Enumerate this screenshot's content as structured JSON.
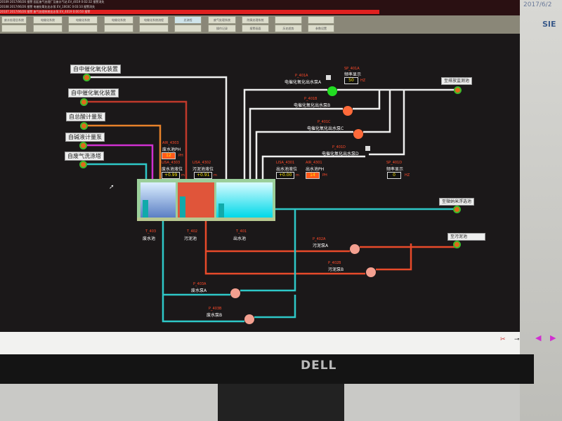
{
  "alarm_table": {
    "rows": [
      {
        "id": "20109",
        "date": "2017/06/26",
        "status": "报警",
        "desc": "园区废气处理厂及废水气站",
        "tag": "EV_4019",
        "time": "0:02:32",
        "state": "报警消失"
      },
      {
        "id": "20108",
        "date": "2017/06/26",
        "status": "报警",
        "desc": "电催化氧化出水泵",
        "tag": "EV_1003C",
        "time": "0:03:10",
        "state": "报警消失"
      },
      {
        "id": "20107",
        "date": "2017/06/26",
        "status": "报警",
        "desc": "废气处理系统出水泵",
        "tag": "EV_4019",
        "time": "0:00:50",
        "state": "报警"
      }
    ],
    "date_right": "2017/6/2",
    "brand": "SIE"
  },
  "nav_buttons": {
    "row1": [
      "废水处理总系统",
      "电催化系统",
      "电催化系统",
      "电催化系统",
      "电催化系统流程",
      "总流程",
      "废气处理系统",
      "除臭处理系统",
      "",
      ""
    ],
    "row2": [
      "",
      "",
      "",
      "",
      "",
      "",
      "操作记录",
      "报警画面",
      "历史趋势",
      "参数设置"
    ]
  },
  "sources": [
    {
      "label": "自中催化氧化装置",
      "color": "#f0f0f0"
    },
    {
      "label": "自中催化氧化装置",
      "color": "#c0392b"
    },
    {
      "label": "自总酸计量泵",
      "color": "#e8822a"
    },
    {
      "label": "自碱液计量泵",
      "color": "#d030d0"
    },
    {
      "label": "自废气洗涤塔",
      "color": "#2ec8c8"
    }
  ],
  "tanks": [
    {
      "tag": "T_403",
      "name": "废水池"
    },
    {
      "tag": "T_402",
      "name": "污泥池"
    },
    {
      "tag": "T_401",
      "name": "出水池"
    }
  ],
  "instruments": {
    "air4303": {
      "tag": "AIR_4303",
      "name": "废水池PH",
      "value": "12",
      "unit": "PH"
    },
    "lisa4303": {
      "tag": "LISA_4303",
      "name": "废水池液位",
      "value": "+0.99",
      "unit": "m"
    },
    "lisa4302": {
      "tag": "LISA_4302",
      "name": "污泥池液位",
      "value": "+0.91",
      "unit": "m"
    },
    "lisa4301": {
      "tag": "LISA_4301",
      "name": "出水池液位",
      "value": "+0.00",
      "unit": "m"
    },
    "air4301": {
      "tag": "AIR_4301",
      "name": "出水池PH",
      "value": "14",
      "unit": "PH"
    },
    "sp401a": {
      "tag": "SP_401A",
      "name": "频率显示",
      "value": "50",
      "unit": "HZ"
    },
    "sp401d": {
      "tag": "SP_401D",
      "name": "频率显示",
      "value": "0",
      "unit": "HZ"
    }
  },
  "pumps": [
    {
      "tag": "P_401A",
      "name": "电催化氧化出水泵A",
      "state": "running",
      "color": "#22dd22"
    },
    {
      "tag": "P_401B",
      "name": "电催化氧化出水泵B",
      "state": "stopped",
      "color": "#ff6a3a"
    },
    {
      "tag": "P_401C",
      "name": "电催化氧化出水泵C",
      "state": "stopped",
      "color": "#ff6a3a"
    },
    {
      "tag": "P_401D",
      "name": "电催化氧化出水泵D",
      "state": "stopped",
      "color": "#ff6a3a"
    },
    {
      "tag": "P_402A",
      "name": "污泥泵A",
      "state": "stopped",
      "color": "#f4a090"
    },
    {
      "tag": "P_402B",
      "name": "污泥泵B",
      "state": "stopped",
      "color": "#f4a090"
    },
    {
      "tag": "P_403A",
      "name": "废水泵A",
      "state": "stopped",
      "color": "#f4a090"
    },
    {
      "tag": "P_403B",
      "name": "废水泵B",
      "state": "stopped",
      "color": "#f4a090"
    }
  ],
  "destinations": [
    "至排放监测池",
    "至微纳米浮选池",
    "至污泥池"
  ],
  "monitor_brand": "DELL"
}
